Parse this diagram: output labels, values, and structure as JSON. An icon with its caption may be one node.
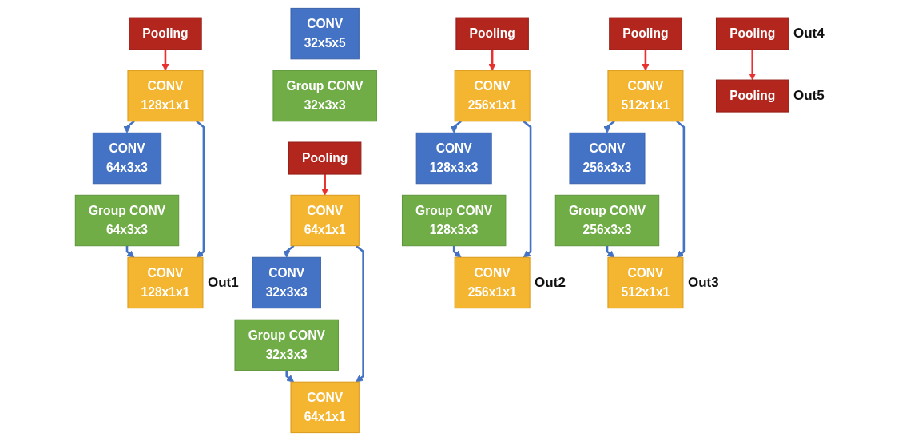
{
  "diagram": {
    "nodes": [
      {
        "text": [
          "CONV",
          "32x5x5"
        ]
      },
      {
        "text": [
          "Group CONV",
          "32x3x3"
        ]
      },
      {
        "text": [
          "Pooling"
        ]
      },
      {
        "text": [
          "CONV",
          "64x1x1"
        ]
      },
      {
        "text": [
          "CONV",
          "32x3x3"
        ]
      },
      {
        "text": [
          "Group CONV",
          "32x3x3"
        ]
      },
      {
        "text": [
          "CONV",
          "64x1x1"
        ]
      },
      {
        "text": [
          "Pooling"
        ]
      },
      {
        "text": [
          "CONV",
          "128x1x1"
        ]
      },
      {
        "text": [
          "CONV",
          "64x3x3"
        ]
      },
      {
        "text": [
          "Group CONV",
          "64x3x3"
        ]
      },
      {
        "text": [
          "CONV",
          "128x1x1"
        ],
        "beside": [
          "Out1"
        ]
      },
      {
        "text": [
          "Pooling"
        ]
      },
      {
        "text": [
          "CONV",
          "256x1x1"
        ]
      },
      {
        "text": [
          "CONV",
          "128x3x3"
        ]
      },
      {
        "text": [
          "Group CONV",
          "128x3x3"
        ]
      },
      {
        "text": [
          "CONV",
          "256x1x1"
        ],
        "beside": [
          "Out2"
        ]
      },
      {
        "text": [
          "Pooling"
        ]
      },
      {
        "text": [
          "CONV",
          "512x1x1"
        ]
      },
      {
        "text": [
          "CONV",
          "256x3x3"
        ]
      },
      {
        "text": [
          "Group CONV",
          "256x3x3"
        ]
      },
      {
        "text": [
          "CONV",
          "512x1x1"
        ],
        "beside": [
          "Out3"
        ]
      },
      {
        "text": [
          "Pooling"
        ],
        "beside": [
          "Out4"
        ]
      },
      {
        "text": [
          "Pooling"
        ],
        "beside": [
          "Out5"
        ]
      }
    ],
    "edges": [
      {
        "from": 2,
        "to": 3,
        "arrow": "to",
        "color": "#e8312f"
      },
      {
        "from": 3,
        "to": 4,
        "arrow": "to"
      },
      {
        "from": 5,
        "to": 6,
        "arrow": "to"
      },
      {
        "from": 3,
        "to": 6,
        "arrow": "to"
      },
      {
        "from": 7,
        "to": 8,
        "arrow": "to",
        "color": "#e8312f"
      },
      {
        "from": 8,
        "to": 9,
        "arrow": "to"
      },
      {
        "from": 10,
        "to": 11,
        "arrow": "to"
      },
      {
        "from": 8,
        "to": 11,
        "arrow": "to"
      },
      {
        "from": 12,
        "to": 13,
        "arrow": "to",
        "color": "#e8312f"
      },
      {
        "from": 13,
        "to": 14,
        "arrow": "to"
      },
      {
        "from": 15,
        "to": 16,
        "arrow": "to"
      },
      {
        "from": 13,
        "to": 16,
        "arrow": "to"
      },
      {
        "from": 17,
        "to": 18,
        "arrow": "to",
        "color": "#e8312f"
      },
      {
        "from": 18,
        "to": 19,
        "arrow": "to"
      },
      {
        "from": 20,
        "to": 21,
        "arrow": "to"
      },
      {
        "from": 18,
        "to": 21,
        "arrow": "to"
      },
      {
        "from": 22,
        "to": 23,
        "arrow": "to",
        "color": "#e8312f"
      }
    ]
  }
}
